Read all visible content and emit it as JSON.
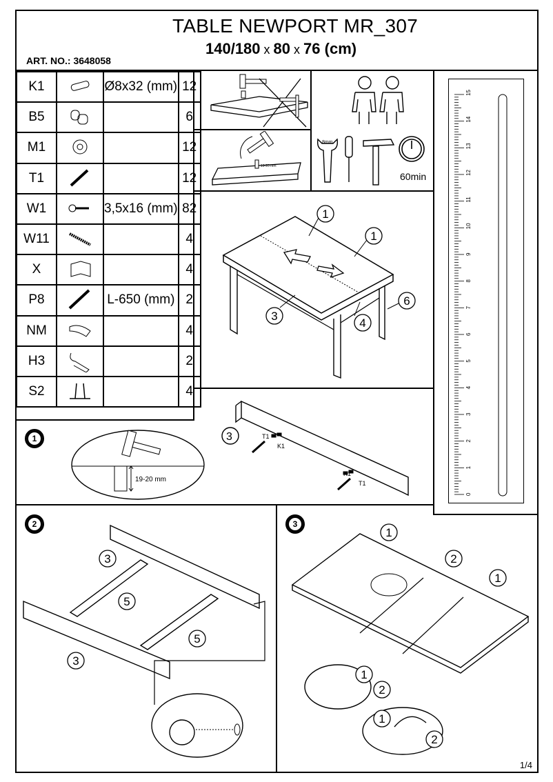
{
  "header": {
    "title": "TABLE NEWPORT MR_307",
    "dims_main": "140/180",
    "dims_x1": " x ",
    "dims_w": "80",
    "dims_x2": " x ",
    "dims_h": "76 (cm)",
    "art_no": "ART. NO.: 3648058"
  },
  "parts": [
    {
      "code": "K1",
      "icon": "dowel-icon",
      "spec": "Ø8x32 (mm)",
      "qty": "12"
    },
    {
      "code": "B5",
      "icon": "cam-bolt-icon",
      "spec": "",
      "qty": "6"
    },
    {
      "code": "M1",
      "icon": "cam-lock-icon",
      "spec": "",
      "qty": "12"
    },
    {
      "code": "T1",
      "icon": "screw-bolt-icon",
      "spec": "",
      "qty": "12"
    },
    {
      "code": "W1",
      "icon": "wood-screw-icon",
      "spec": "3,5x16 (mm)",
      "qty": "82"
    },
    {
      "code": "W11",
      "icon": "long-screw-icon",
      "spec": "",
      "qty": "4"
    },
    {
      "code": "X",
      "icon": "corner-bracket-icon",
      "spec": "",
      "qty": "4"
    },
    {
      "code": "P8",
      "icon": "rail-icon",
      "spec": "L-650 (mm)",
      "qty": "2"
    },
    {
      "code": "NM",
      "icon": "clamp-icon",
      "spec": "",
      "qty": "4"
    },
    {
      "code": "H3",
      "icon": "hook-icon",
      "spec": "",
      "qty": "2"
    },
    {
      "code": "S2",
      "icon": "glide-icon",
      "spec": "",
      "qty": "4"
    }
  ],
  "tools": {
    "time": "60min",
    "wrench_label": "8mm"
  },
  "overview_labels": [
    "1",
    "1",
    "3",
    "4",
    "6"
  ],
  "step1": {
    "badge": "1",
    "depth": "19-20 mm",
    "part": "3",
    "t1": "T1",
    "k1": "K1"
  },
  "step2": {
    "badge": "2",
    "labels": [
      "3",
      "5",
      "5",
      "3"
    ]
  },
  "step3": {
    "badge": "3",
    "labels": [
      "1",
      "2",
      "1",
      "1",
      "2",
      "1",
      "2"
    ]
  },
  "ruler": {
    "ticks": [
      "0",
      "1",
      "2",
      "3",
      "4",
      "5",
      "6",
      "7",
      "8",
      "9",
      "10",
      "11",
      "12",
      "13",
      "14",
      "15"
    ]
  },
  "page": "1/4"
}
